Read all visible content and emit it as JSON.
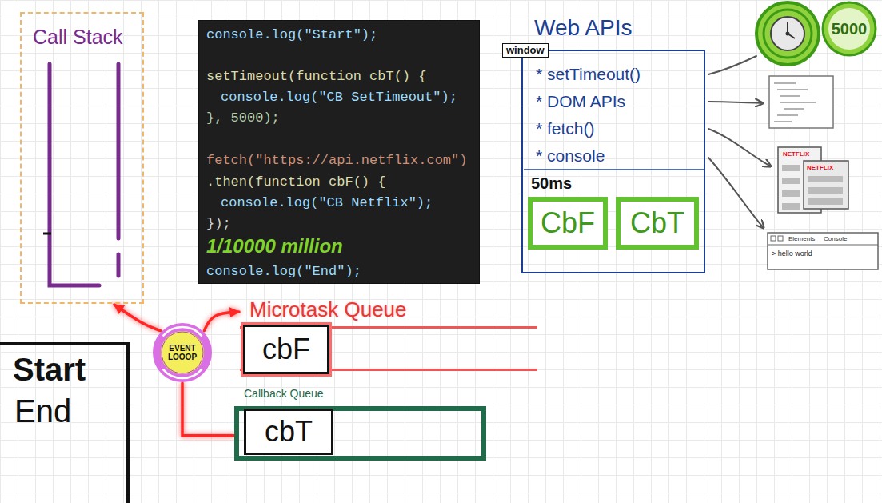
{
  "diagram": {
    "nodes": [
      {
        "text": [
          "Call Stack"
        ]
      },
      {
        "text": [
          "console.log(\"Start\");",
          "setTimeout(function cbT() {",
          "console.log(\"CB SetTimeout\");",
          "}, 5000);",
          "fetch(\"https://api.netflix.com\")",
          ".then(function cbF() {",
          "console.log(\"CB Netflix\");",
          "});",
          "1/10000 million",
          "console.log(\"End\");"
        ]
      },
      {
        "text": [
          "Web APIs",
          "window",
          "* setTimeout()",
          "* DOM APIs",
          "* fetch()",
          "* console",
          "50ms"
        ]
      },
      {
        "text": [
          "CbF"
        ],
        "in": 2
      },
      {
        "text": [
          "CbT"
        ],
        "in": 2
      },
      {
        "text": [
          "Start",
          "End"
        ]
      },
      {
        "text": [
          "EVENT LOOOP"
        ]
      },
      {
        "text": [
          "Microtask Queue"
        ]
      },
      {
        "text": [
          "cbF"
        ],
        "in": 7
      },
      {
        "text": [
          "Callback Queue"
        ]
      },
      {
        "text": [
          "cbT"
        ],
        "in": 9
      }
    ],
    "edges": [
      {
        "from": 6,
        "to": 0,
        "arrow": "to"
      },
      {
        "from": 6,
        "to": 7,
        "arrow": "to"
      },
      {
        "from": 6,
        "to": 9,
        "arrow": "none"
      }
    ],
    "labels": [
      "5000",
      "NETFLIX",
      "NETFLIX",
      "Elements",
      "Console",
      "> hello world"
    ]
  }
}
